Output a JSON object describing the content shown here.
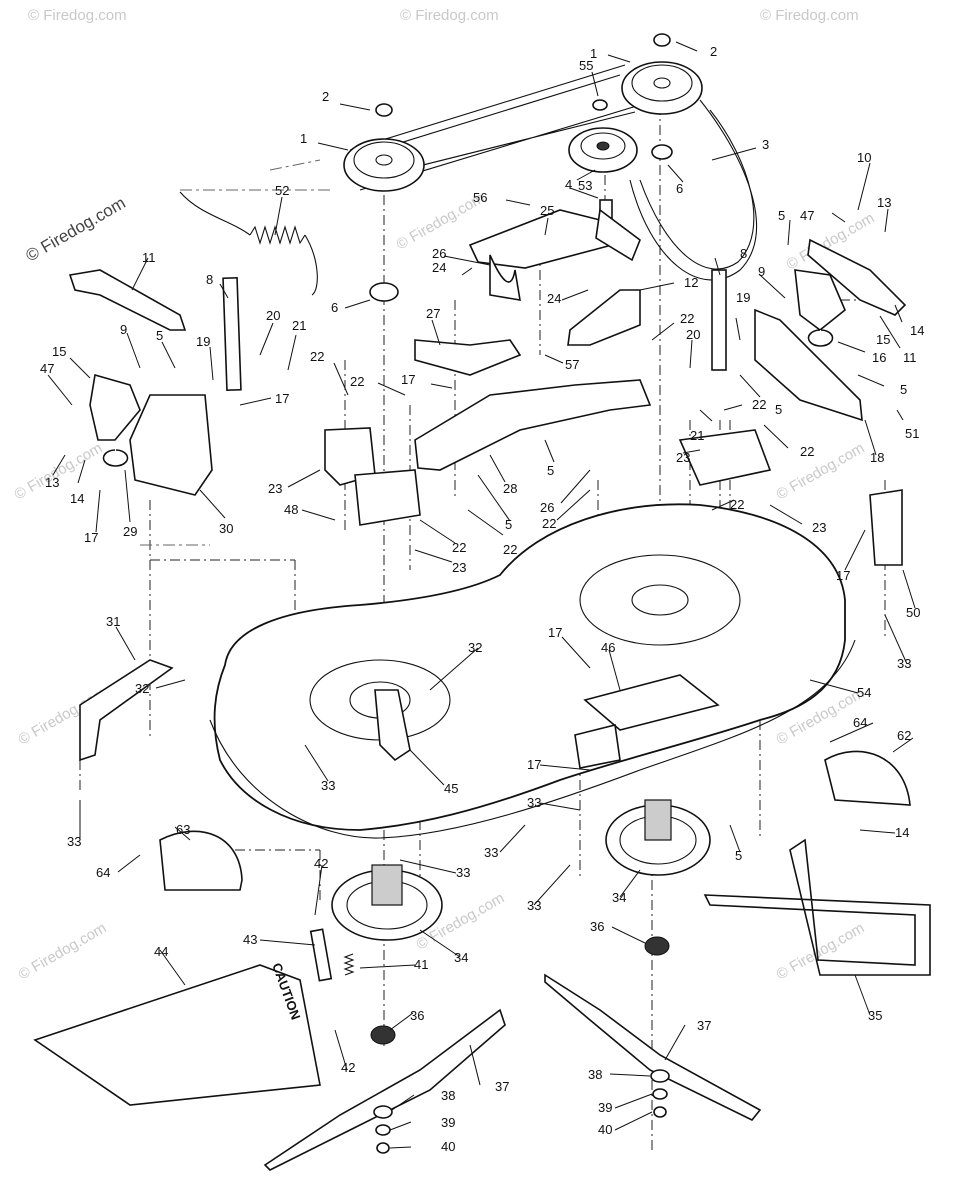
{
  "watermark": {
    "main": "© Firedog.com",
    "repeat": "© Firedog.com"
  },
  "caution_label": "CAUTION",
  "callouts": [
    {
      "label": "1"
    },
    {
      "label": "2"
    },
    {
      "label": "55"
    },
    {
      "label": "3"
    },
    {
      "label": "2"
    },
    {
      "label": "1"
    },
    {
      "label": "4"
    },
    {
      "label": "53"
    },
    {
      "label": "6"
    },
    {
      "label": "52"
    },
    {
      "label": "56"
    },
    {
      "label": "25"
    },
    {
      "label": "10"
    },
    {
      "label": "47"
    },
    {
      "label": "13"
    },
    {
      "label": "5"
    },
    {
      "label": "11"
    },
    {
      "label": "26"
    },
    {
      "label": "24"
    },
    {
      "label": "24"
    },
    {
      "label": "12"
    },
    {
      "label": "8"
    },
    {
      "label": "9"
    },
    {
      "label": "8"
    },
    {
      "label": "6"
    },
    {
      "label": "19"
    },
    {
      "label": "15"
    },
    {
      "label": "14"
    },
    {
      "label": "20"
    },
    {
      "label": "21"
    },
    {
      "label": "27"
    },
    {
      "label": "22"
    },
    {
      "label": "16"
    },
    {
      "label": "11"
    },
    {
      "label": "9"
    },
    {
      "label": "5"
    },
    {
      "label": "20"
    },
    {
      "label": "15"
    },
    {
      "label": "19"
    },
    {
      "label": "57"
    },
    {
      "label": "47"
    },
    {
      "label": "22"
    },
    {
      "label": "22"
    },
    {
      "label": "17"
    },
    {
      "label": "5"
    },
    {
      "label": "17"
    },
    {
      "label": "22"
    },
    {
      "label": "5"
    },
    {
      "label": "51"
    },
    {
      "label": "21"
    },
    {
      "label": "22"
    },
    {
      "label": "18"
    },
    {
      "label": "13"
    },
    {
      "label": "14"
    },
    {
      "label": "29"
    },
    {
      "label": "30"
    },
    {
      "label": "17"
    },
    {
      "label": "23"
    },
    {
      "label": "28"
    },
    {
      "label": "5"
    },
    {
      "label": "26"
    },
    {
      "label": "23"
    },
    {
      "label": "22"
    },
    {
      "label": "5"
    },
    {
      "label": "22"
    },
    {
      "label": "48"
    },
    {
      "label": "23"
    },
    {
      "label": "22"
    },
    {
      "label": "22"
    },
    {
      "label": "23"
    },
    {
      "label": "17"
    },
    {
      "label": "50"
    },
    {
      "label": "31"
    },
    {
      "label": "32"
    },
    {
      "label": "17"
    },
    {
      "label": "46"
    },
    {
      "label": "33"
    },
    {
      "label": "32"
    },
    {
      "label": "54"
    },
    {
      "label": "64"
    },
    {
      "label": "62"
    },
    {
      "label": "33"
    },
    {
      "label": "45"
    },
    {
      "label": "17"
    },
    {
      "label": "33"
    },
    {
      "label": "33"
    },
    {
      "label": "63"
    },
    {
      "label": "14"
    },
    {
      "label": "33"
    },
    {
      "label": "5"
    },
    {
      "label": "64"
    },
    {
      "label": "42"
    },
    {
      "label": "33"
    },
    {
      "label": "33"
    },
    {
      "label": "34"
    },
    {
      "label": "43"
    },
    {
      "label": "36"
    },
    {
      "label": "44"
    },
    {
      "label": "41"
    },
    {
      "label": "34"
    },
    {
      "label": "35"
    },
    {
      "label": "36"
    },
    {
      "label": "37"
    },
    {
      "label": "42"
    },
    {
      "label": "37"
    },
    {
      "label": "38"
    },
    {
      "label": "38"
    },
    {
      "label": "39"
    },
    {
      "label": "39"
    },
    {
      "label": "40"
    },
    {
      "label": "40"
    }
  ]
}
